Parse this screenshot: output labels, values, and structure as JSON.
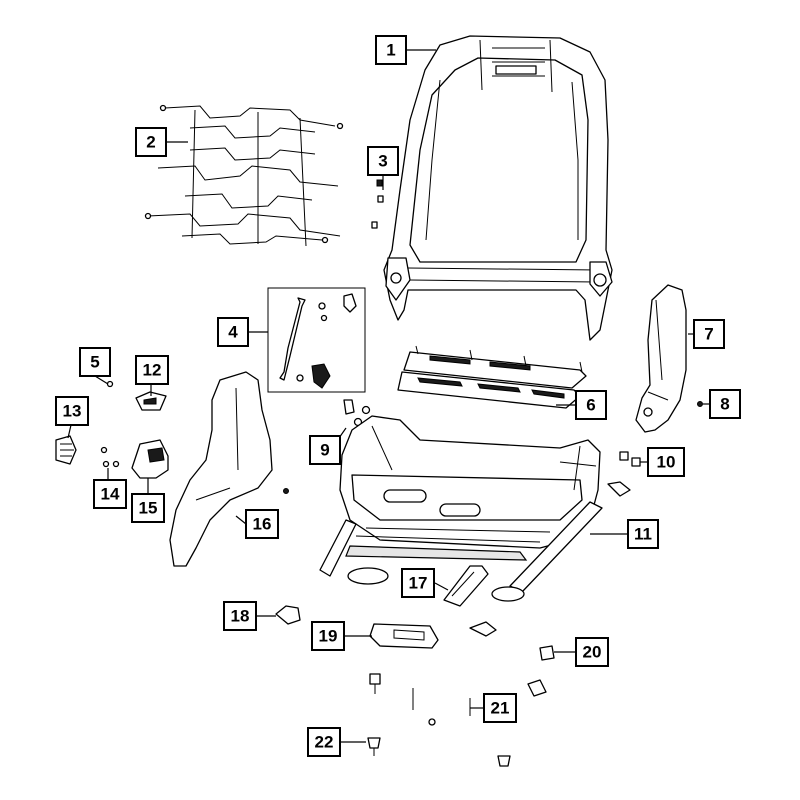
{
  "callouts": [
    {
      "id": "c1",
      "label": "1"
    },
    {
      "id": "c2",
      "label": "2"
    },
    {
      "id": "c3",
      "label": "3"
    },
    {
      "id": "c4",
      "label": "4"
    },
    {
      "id": "c5",
      "label": "5"
    },
    {
      "id": "c6",
      "label": "6"
    },
    {
      "id": "c7",
      "label": "7"
    },
    {
      "id": "c8",
      "label": "8"
    },
    {
      "id": "c9",
      "label": "9"
    },
    {
      "id": "c10",
      "label": "10"
    },
    {
      "id": "c11",
      "label": "11"
    },
    {
      "id": "c12",
      "label": "12"
    },
    {
      "id": "c13",
      "label": "13"
    },
    {
      "id": "c14",
      "label": "14"
    },
    {
      "id": "c15",
      "label": "15"
    },
    {
      "id": "c16",
      "label": "16"
    },
    {
      "id": "c17",
      "label": "17"
    },
    {
      "id": "c18",
      "label": "18"
    },
    {
      "id": "c19",
      "label": "19"
    },
    {
      "id": "c20",
      "label": "20"
    },
    {
      "id": "c21",
      "label": "21"
    },
    {
      "id": "c22",
      "label": "22"
    }
  ],
  "colors": {
    "line": "#000000",
    "background": "#ffffff",
    "shade": "#1a1a1a"
  }
}
